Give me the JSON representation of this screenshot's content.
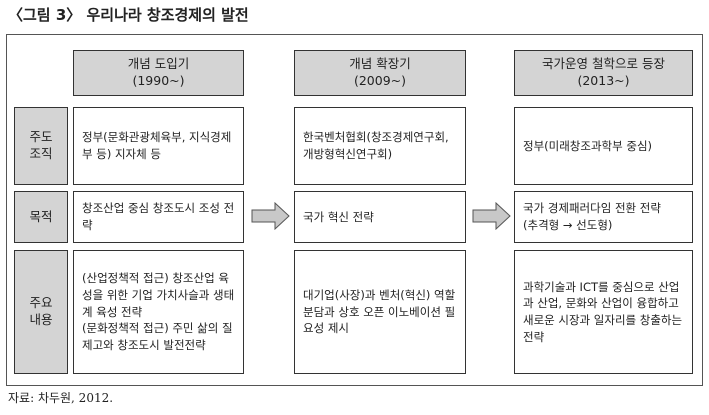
{
  "title": "〈그림 3〉 우리나라 창조경제의 발전",
  "columns": [
    {
      "name": "개념 도입기",
      "period": "(1990~)"
    },
    {
      "name": "개념 확장기",
      "period": "(2009~)"
    },
    {
      "name": "국가운영 철학으로 등장",
      "period": "(2013~)"
    }
  ],
  "rows": [
    {
      "label": "주도\n조직",
      "cells": [
        "정부(문화관광체육부, 지식경제부 등) 지자체 등",
        "한국벤처협회(창조경제연구회, 개방형혁신연구회)",
        "정부(미래창조과학부 중심)"
      ]
    },
    {
      "label": "목적",
      "cells": [
        "창조산업 중심 창조도시 조성 전략",
        "국가 혁신 전략",
        "국가 경제패러다임 전환 전략\n(추격형 → 선도형)"
      ]
    },
    {
      "label": "주요\n내용",
      "cells": [
        "(산업정책적 접근) 창조산업 육성을 위한 기업 가치사슬과 생태계 육성 전략\n(문화정책적 접근) 주민 삶의 질 제고와 창조도시 발전전략",
        "대기업(사장)과 벤처(혁신) 역할분담과 상호 오픈 이노베이션 필요성 제시",
        "과학기술과 ICT를 중심으로 산업과 산업, 문화와 산업이 융합하고 새로운 시장과 일자리를 창출하는 전략"
      ]
    }
  ],
  "source": "자료: 차두원, 2012."
}
